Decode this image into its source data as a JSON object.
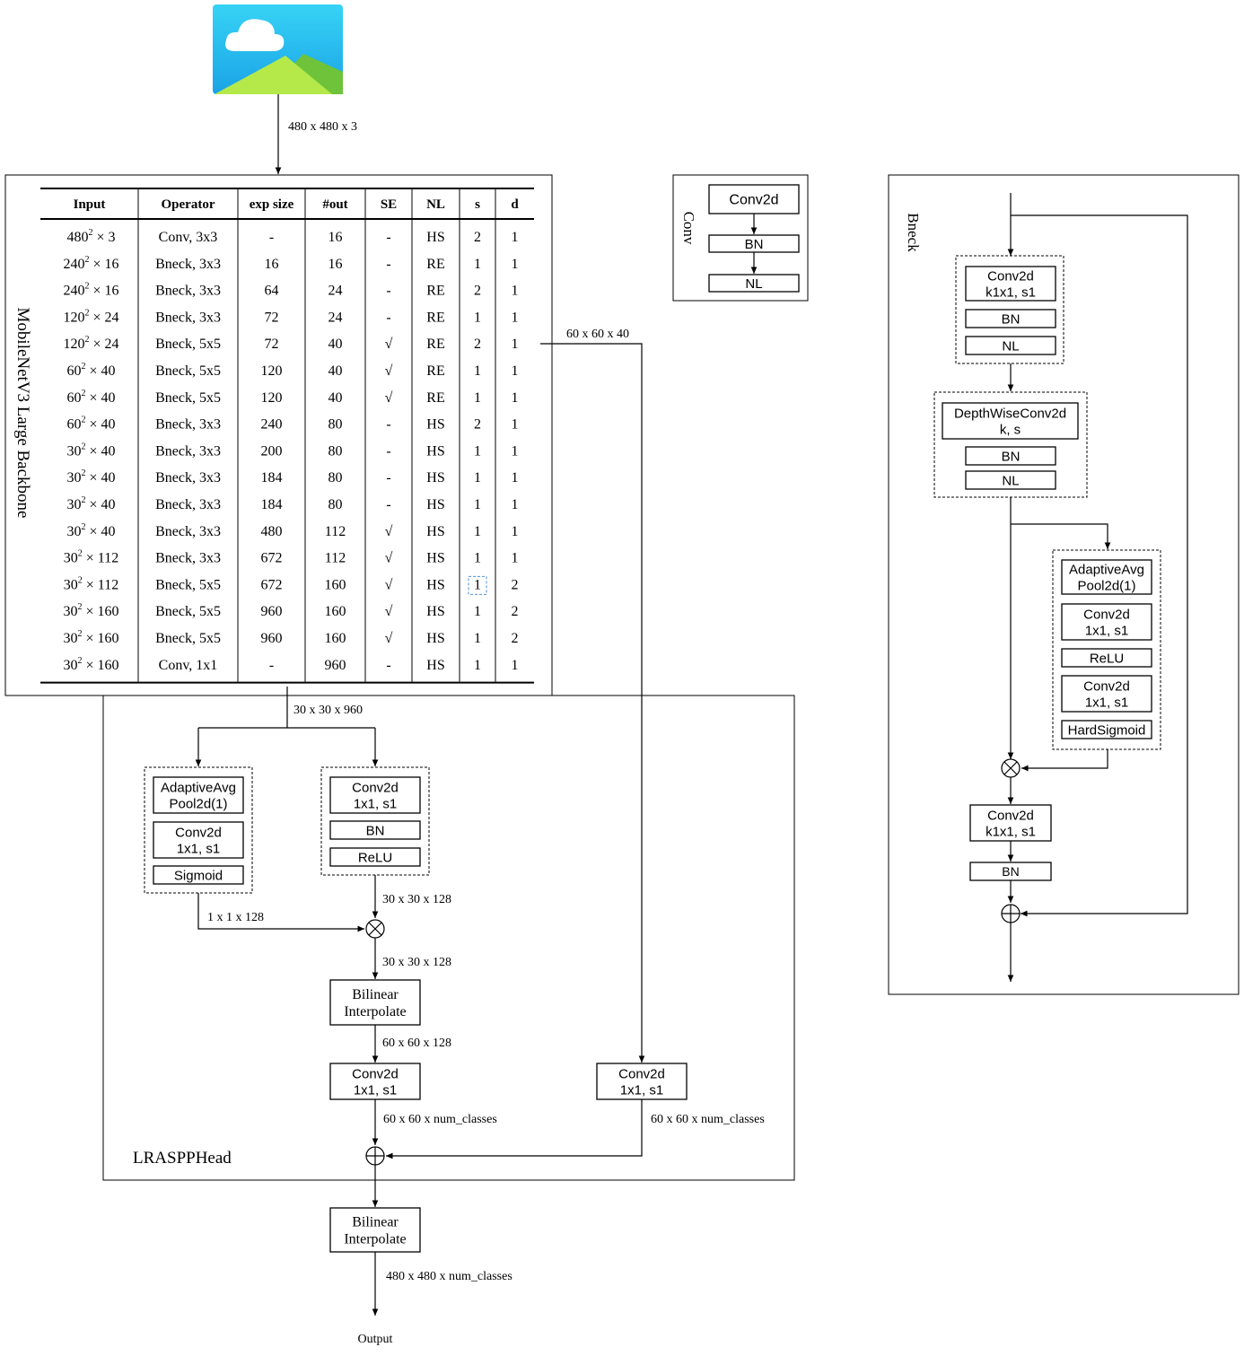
{
  "image_icon": "image-placeholder-icon",
  "dims": {
    "input": "480 x 480 x 3",
    "backbone_to_head": "30 x 30 x 960",
    "low_level": "60 x 60 x 40",
    "branch_se": "1 x 1 x 128",
    "branch_conv": "30 x 30 x 128",
    "after_mul": "30 x 30 x 128",
    "after_interp": "60 x 60 x 128",
    "cls_left": "60 x 60 x num_classes",
    "cls_right": "60 x 60 x num_classes",
    "final": "480 x 480 x num_classes"
  },
  "backbone": {
    "title": "MobileNetV3 Large Backbone",
    "headers": [
      "Input",
      "Operator",
      "exp size",
      "#out",
      "SE",
      "NL",
      "s",
      "d"
    ],
    "rows": [
      {
        "base": "480",
        "sup": "2",
        "ch": "3",
        "op": "Conv, 3x3",
        "exp": "-",
        "out": "16",
        "se": "-",
        "nl": "HS",
        "s": "2",
        "d": "1"
      },
      {
        "base": "240",
        "sup": "2",
        "ch": "16",
        "op": "Bneck, 3x3",
        "exp": "16",
        "out": "16",
        "se": "-",
        "nl": "RE",
        "s": "1",
        "d": "1"
      },
      {
        "base": "240",
        "sup": "2",
        "ch": "16",
        "op": "Bneck, 3x3",
        "exp": "64",
        "out": "24",
        "se": "-",
        "nl": "RE",
        "s": "2",
        "d": "1"
      },
      {
        "base": "120",
        "sup": "2",
        "ch": "24",
        "op": "Bneck, 3x3",
        "exp": "72",
        "out": "24",
        "se": "-",
        "nl": "RE",
        "s": "1",
        "d": "1"
      },
      {
        "base": "120",
        "sup": "2",
        "ch": "24",
        "op": "Bneck, 5x5",
        "exp": "72",
        "out": "40",
        "se": "√",
        "nl": "RE",
        "s": "2",
        "d": "1"
      },
      {
        "base": "60",
        "sup": "2",
        "ch": "40",
        "op": "Bneck, 5x5",
        "exp": "120",
        "out": "40",
        "se": "√",
        "nl": "RE",
        "s": "1",
        "d": "1"
      },
      {
        "base": "60",
        "sup": "2",
        "ch": "40",
        "op": "Bneck, 5x5",
        "exp": "120",
        "out": "40",
        "se": "√",
        "nl": "RE",
        "s": "1",
        "d": "1"
      },
      {
        "base": "60",
        "sup": "2",
        "ch": "40",
        "op": "Bneck, 3x3",
        "exp": "240",
        "out": "80",
        "se": "-",
        "nl": "HS",
        "s": "2",
        "d": "1"
      },
      {
        "base": "30",
        "sup": "2",
        "ch": "40",
        "op": "Bneck, 3x3",
        "exp": "200",
        "out": "80",
        "se": "-",
        "nl": "HS",
        "s": "1",
        "d": "1"
      },
      {
        "base": "30",
        "sup": "2",
        "ch": "40",
        "op": "Bneck, 3x3",
        "exp": "184",
        "out": "80",
        "se": "-",
        "nl": "HS",
        "s": "1",
        "d": "1"
      },
      {
        "base": "30",
        "sup": "2",
        "ch": "40",
        "op": "Bneck, 3x3",
        "exp": "184",
        "out": "80",
        "se": "-",
        "nl": "HS",
        "s": "1",
        "d": "1"
      },
      {
        "base": "30",
        "sup": "2",
        "ch": "40",
        "op": "Bneck, 3x3",
        "exp": "480",
        "out": "112",
        "se": "√",
        "nl": "HS",
        "s": "1",
        "d": "1"
      },
      {
        "base": "30",
        "sup": "2",
        "ch": "112",
        "op": "Bneck, 3x3",
        "exp": "672",
        "out": "112",
        "se": "√",
        "nl": "HS",
        "s": "1",
        "d": "1"
      },
      {
        "base": "30",
        "sup": "2",
        "ch": "112",
        "op": "Bneck, 5x5",
        "exp": "672",
        "out": "160",
        "se": "√",
        "nl": "HS",
        "s": "1",
        "d": "2",
        "highlight": true
      },
      {
        "base": "30",
        "sup": "2",
        "ch": "160",
        "op": "Bneck, 5x5",
        "exp": "960",
        "out": "160",
        "se": "√",
        "nl": "HS",
        "s": "1",
        "d": "2"
      },
      {
        "base": "30",
        "sup": "2",
        "ch": "160",
        "op": "Bneck, 5x5",
        "exp": "960",
        "out": "160",
        "se": "√",
        "nl": "HS",
        "s": "1",
        "d": "2"
      },
      {
        "base": "30",
        "sup": "2",
        "ch": "160",
        "op": "Conv, 1x1",
        "exp": "-",
        "out": "960",
        "se": "-",
        "nl": "HS",
        "s": "1",
        "d": "1"
      }
    ],
    "highlight_color": "#e53935",
    "highlight_border": "#4a90e2"
  },
  "conv_block": {
    "title": "Conv",
    "layers": [
      "Conv2d",
      "BN",
      "NL"
    ]
  },
  "bneck_block": {
    "title": "Bneck",
    "expand": [
      "Conv2d\nk1x1, s1",
      "BN",
      "NL"
    ],
    "depthwise": [
      "DepthWiseConv2d\nk, s",
      "BN",
      "NL"
    ],
    "se": [
      "AdaptiveAvg\nPool2d(1)",
      "Conv2d\n1x1, s1",
      "ReLU",
      "Conv2d\n1x1, s1",
      "HardSigmoid"
    ],
    "project": [
      "Conv2d\nk1x1, s1",
      "BN"
    ]
  },
  "head": {
    "title": "LRASPPHead",
    "se_branch": [
      "AdaptiveAvg\nPool2d(1)",
      "Conv2d\n1x1, s1",
      "Sigmoid"
    ],
    "conv_branch": [
      "Conv2d\n1x1, s1",
      "BN",
      "ReLU"
    ],
    "interp": "Bilinear\nInterpolate",
    "cls_left": "Conv2d\n1x1, s1",
    "cls_right": "Conv2d\n1x1, s1"
  },
  "final_interp": "Bilinear\nInterpolate",
  "output": "Output"
}
